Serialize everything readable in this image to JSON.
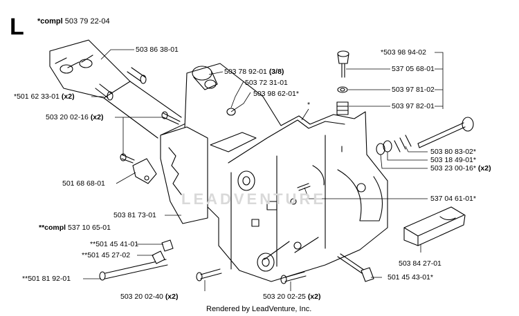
{
  "header": {
    "section_letter": "L",
    "compl_prefix": "*compl",
    "compl_number": "503 79 22-04"
  },
  "watermark": "LEADVENTURE",
  "footer": {
    "credit": "Rendered by LeadVenture, Inc."
  },
  "callouts": [
    {
      "id": "p1",
      "prefix": "",
      "number": "503 86 38-01",
      "qty": ""
    },
    {
      "id": "p2",
      "prefix": "*",
      "number": "501 62 33-01",
      "qty": "(x2)"
    },
    {
      "id": "p3",
      "prefix": "",
      "number": "503 20 02-16",
      "qty": "(x2)"
    },
    {
      "id": "p4",
      "prefix": "",
      "number": "501 68 68-01",
      "qty": ""
    },
    {
      "id": "p5",
      "prefix": "",
      "number": "503 81 73-01",
      "qty": ""
    },
    {
      "id": "p6",
      "prefix": "**compl",
      "number": "537 10 65-01",
      "qty": ""
    },
    {
      "id": "p7",
      "prefix": "**",
      "number": "501 45 41-01",
      "qty": ""
    },
    {
      "id": "p8",
      "prefix": "**",
      "number": "501 45 27-02",
      "qty": ""
    },
    {
      "id": "p9",
      "prefix": "**",
      "number": "501 81 92-01",
      "qty": ""
    },
    {
      "id": "p10",
      "prefix": "",
      "number": "503 20 02-40",
      "qty": "(x2)"
    },
    {
      "id": "p11",
      "prefix": "",
      "number": "503 20 02-25",
      "qty": "(x2)"
    },
    {
      "id": "p12",
      "prefix": "",
      "number": "501 45 43-01*",
      "qty": ""
    },
    {
      "id": "p13",
      "prefix": "",
      "number": "503 84 27-01",
      "qty": ""
    },
    {
      "id": "p14",
      "prefix": "",
      "number": "537 04 61-01*",
      "qty": ""
    },
    {
      "id": "p15",
      "prefix": "",
      "number": "503 23 00-16*",
      "qty": "(x2)"
    },
    {
      "id": "p16",
      "prefix": "",
      "number": "503 18 49-01*",
      "qty": ""
    },
    {
      "id": "p17",
      "prefix": "",
      "number": "503 80 83-02*",
      "qty": ""
    },
    {
      "id": "p18",
      "prefix": "",
      "number": "503 97 82-01",
      "qty": ""
    },
    {
      "id": "p19",
      "prefix": "",
      "number": "503 97 81-02",
      "qty": ""
    },
    {
      "id": "p20",
      "prefix": "",
      "number": "537 05 68-01",
      "qty": ""
    },
    {
      "id": "p21",
      "prefix": "*",
      "number": "503 98 94-02",
      "qty": ""
    },
    {
      "id": "p22",
      "prefix": "",
      "number": "503 78 92-01",
      "qty": "(3/8)"
    },
    {
      "id": "p23",
      "prefix": "",
      "number": "503 72 31-01",
      "qty": ""
    },
    {
      "id": "p24",
      "prefix": "",
      "number": "503 98 62-01*",
      "qty": ""
    },
    {
      "id": "p25",
      "prefix": "*",
      "number": "",
      "qty": ""
    }
  ]
}
